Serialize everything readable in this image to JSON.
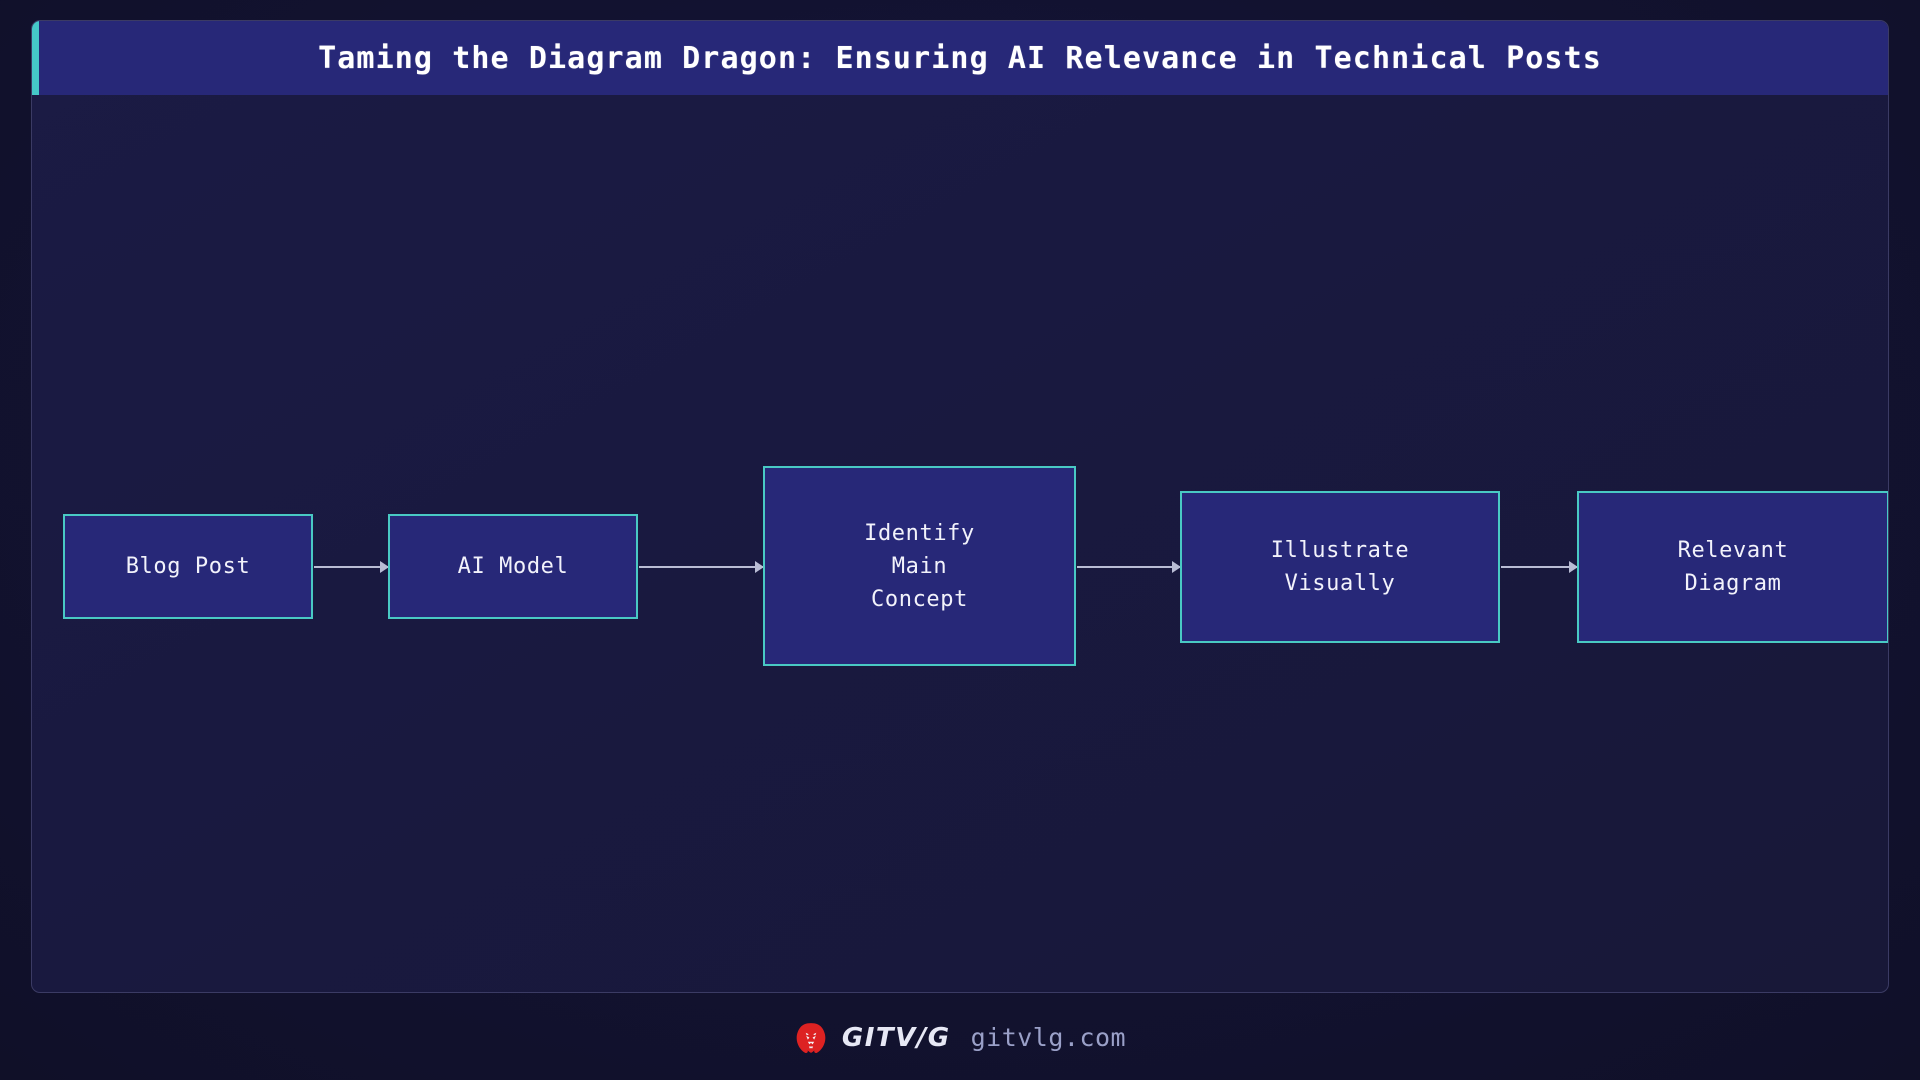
{
  "header": {
    "title": "Taming the Diagram Dragon: Ensuring AI Relevance in Technical Posts",
    "accent_color": "#45c8c8",
    "background_color": "#272878"
  },
  "theme": {
    "page_background": "#121232",
    "card_background": "#1a1a42",
    "node_border_color": "#49c9c4",
    "node_fill_color": "#272878",
    "edge_color": "#b9bcd4",
    "text_color": "#f2f2fb"
  },
  "diagram": {
    "type": "flowchart",
    "direction": "left-to-right",
    "nodes": [
      {
        "id": "blog-post",
        "label": "Blog Post"
      },
      {
        "id": "ai-model",
        "label": "AI Model"
      },
      {
        "id": "identify-main-concept",
        "label": "Identify\nMain\nConcept"
      },
      {
        "id": "illustrate-visually",
        "label": "Illustrate\nVisually"
      },
      {
        "id": "relevant-diagram",
        "label": "Relevant\nDiagram"
      }
    ],
    "edges": [
      {
        "from": "blog-post",
        "to": "ai-model"
      },
      {
        "from": "ai-model",
        "to": "identify-main-concept"
      },
      {
        "from": "identify-main-concept",
        "to": "illustrate-visually"
      },
      {
        "from": "illustrate-visually",
        "to": "relevant-diagram"
      }
    ]
  },
  "footer": {
    "logo_icon": "lion-head-icon",
    "logo_color": "#dd2222",
    "brand_name": "GITV/G",
    "url": "gitvlg.com"
  }
}
